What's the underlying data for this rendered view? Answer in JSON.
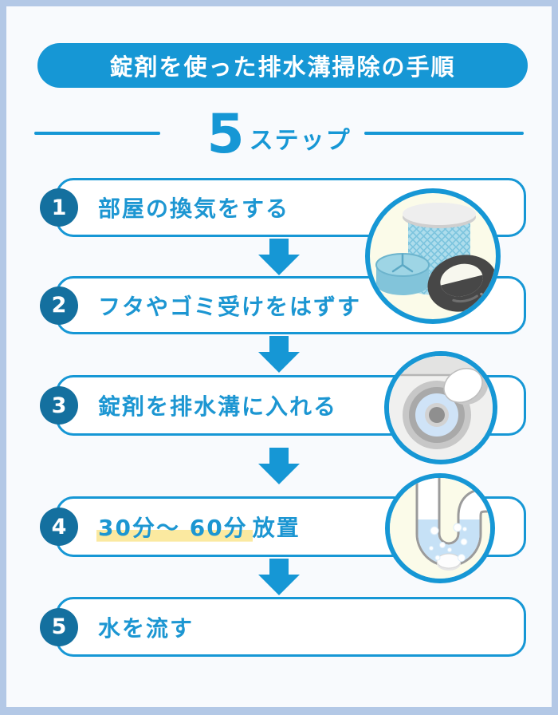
{
  "header": {
    "title": "錠剤を使った排水溝掃除の手順"
  },
  "subtitle": {
    "count": "5",
    "unit": "ステップ"
  },
  "steps": [
    {
      "number": "1",
      "label": "部屋の換気をする"
    },
    {
      "number": "2",
      "label": "フタやゴミ受けをはずす"
    },
    {
      "number": "3",
      "label": "錠剤を排水溝に入れる"
    },
    {
      "number": "4",
      "label_highlight": "30分〜 60分",
      "label_rest": "放置"
    },
    {
      "number": "5",
      "label": "水を流す"
    }
  ],
  "illustrations": [
    {
      "name": "drain-parts-illustration",
      "description": "フタ・ゴミ受けなど排水溝の部品"
    },
    {
      "name": "drain-hole-tablet-illustration",
      "description": "排水溝に錠剤を入れる"
    },
    {
      "name": "pipe-trap-bubbles-illustration",
      "description": "配管内で錠剤が発泡する"
    }
  ],
  "colors": {
    "accent_blue": "#1697d5",
    "badge_blue": "#14709f",
    "text_blue": "#1c96d2",
    "highlight_yellow": "#fbe9a0",
    "frame_periwinkle": "#b3c8e6",
    "card_background": "#f8fafd",
    "illustration_cream": "#fbfbe9"
  }
}
